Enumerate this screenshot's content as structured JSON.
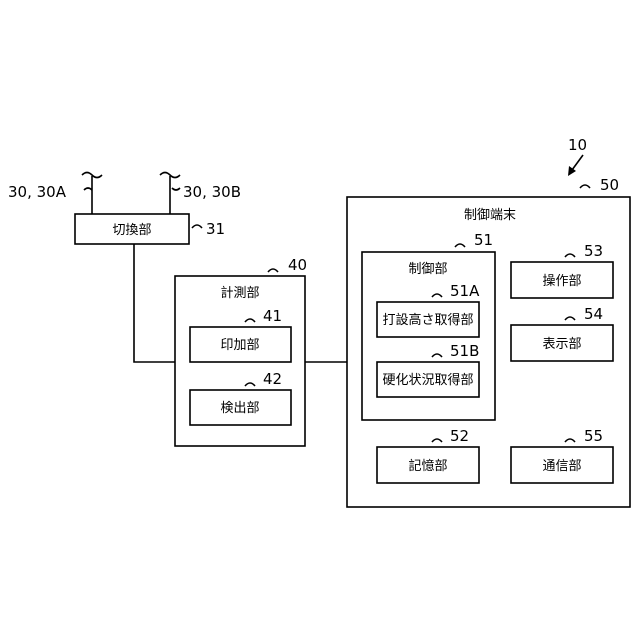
{
  "switch_unit": {
    "label": "切換部",
    "ref": "31"
  },
  "antenna_a": {
    "ref": "30, 30A"
  },
  "antenna_b": {
    "ref": "30, 30B"
  },
  "measurement_unit": {
    "label": "計測部",
    "ref": "40"
  },
  "application_unit": {
    "label": "印加部",
    "ref": "41"
  },
  "detection_unit": {
    "label": "検出部",
    "ref": "42"
  },
  "control_terminal": {
    "label": "制御端末",
    "ref": "50",
    "assembly_ref": "10"
  },
  "control_unit": {
    "label": "制御部",
    "ref": "51"
  },
  "driving_height_unit": {
    "label": "打設高さ取得部",
    "ref": "51A"
  },
  "curing_state_unit": {
    "label": "硬化状況取得部",
    "ref": "51B"
  },
  "storage_unit": {
    "label": "記憶部",
    "ref": "52"
  },
  "operation_unit": {
    "label": "操作部",
    "ref": "53"
  },
  "display_unit": {
    "label": "表示部",
    "ref": "54"
  },
  "communication_unit": {
    "label": "通信部",
    "ref": "55"
  }
}
